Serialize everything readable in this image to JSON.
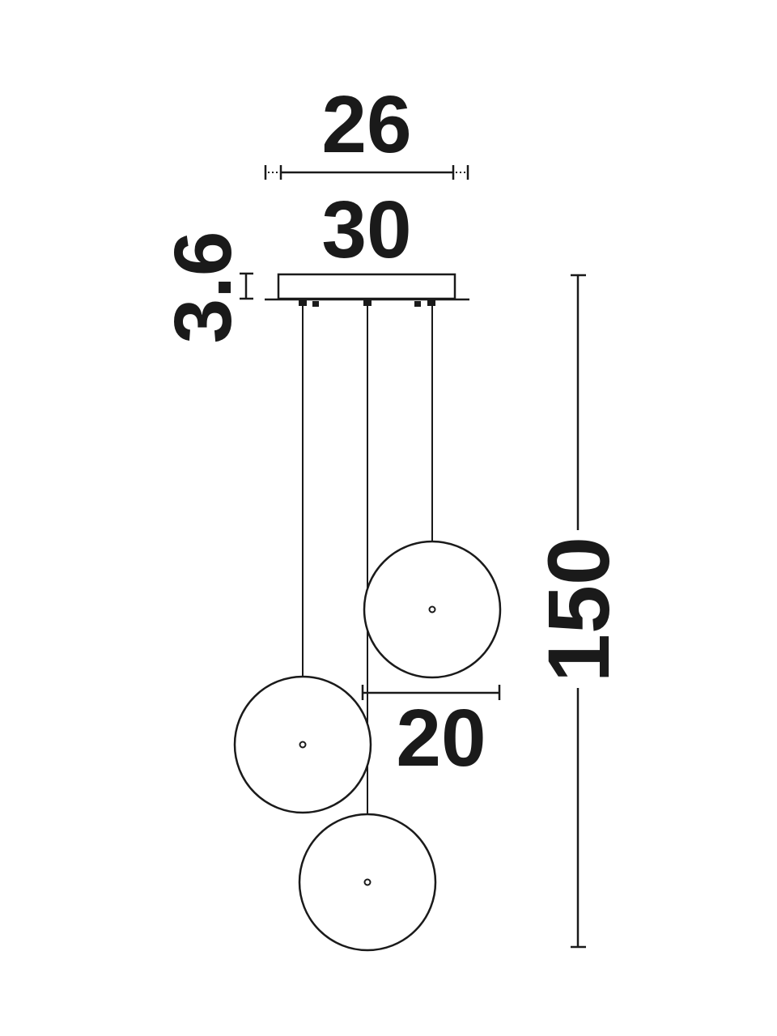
{
  "dimensions": {
    "canopy_inner_width": "26",
    "canopy_width": "30",
    "canopy_height": "3.6",
    "total_drop": "150",
    "globe_diameter": "20"
  },
  "colors": {
    "ink": "#1a1a1a",
    "background": "#ffffff"
  }
}
